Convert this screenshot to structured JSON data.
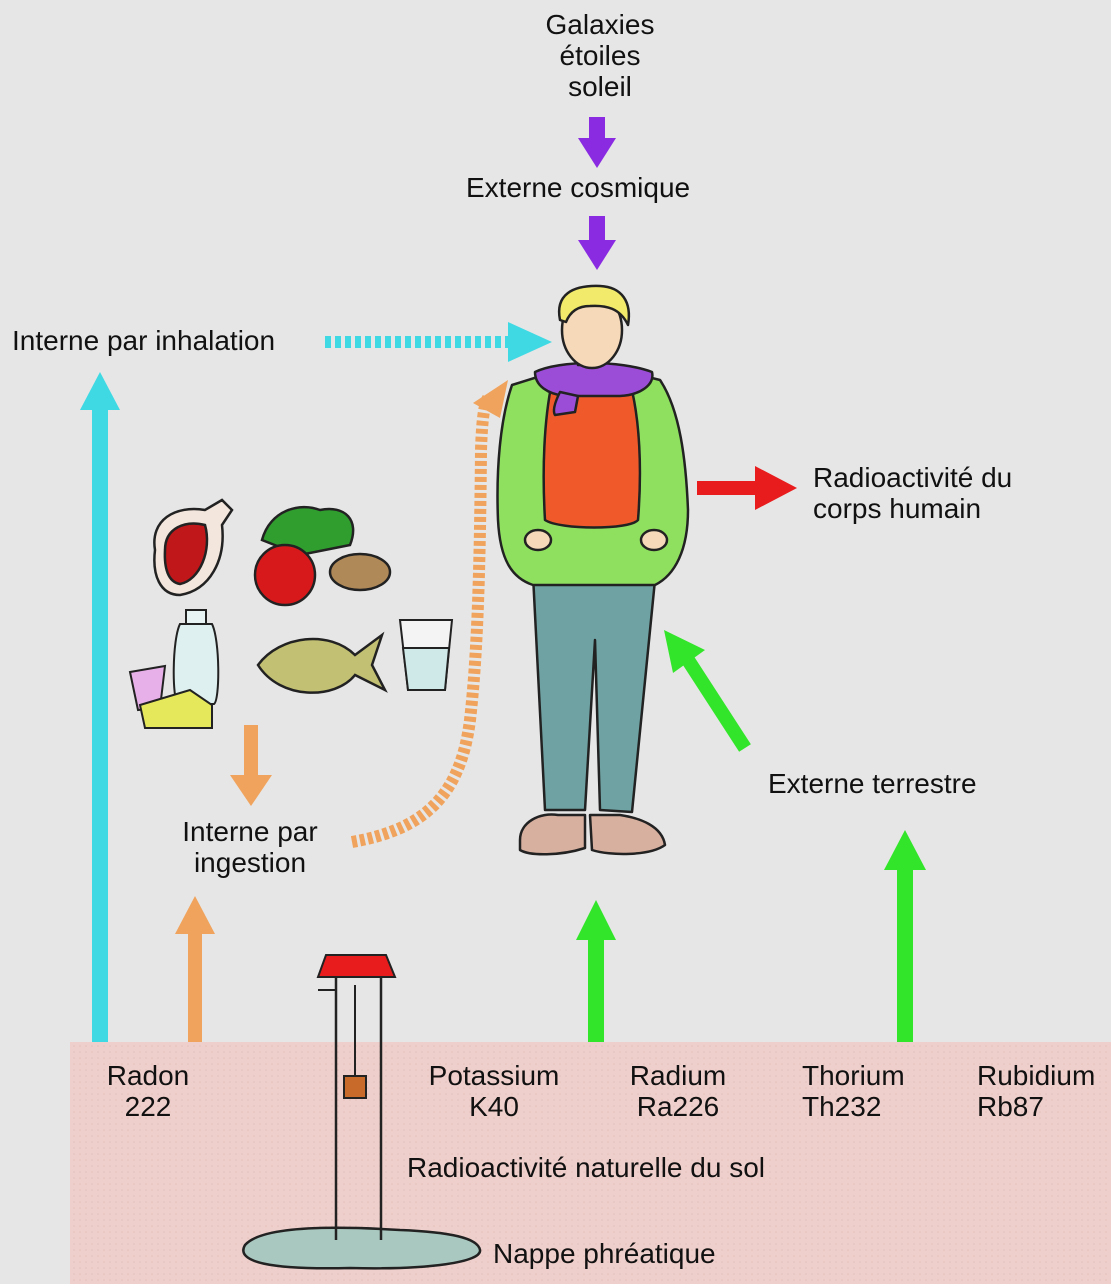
{
  "sources": {
    "cosmic_origin": [
      "Galaxies",
      "étoiles",
      "soleil"
    ],
    "cosmic": "Externe cosmique",
    "inhalation": "Interne par inhalation",
    "ingestion": [
      "Interne par",
      "ingestion"
    ],
    "terrestrial": "Externe terrestre",
    "body": [
      "Radioactivité du",
      "corps humain"
    ]
  },
  "soil": {
    "label": "Radioactivité naturelle du sol",
    "water_table": "Nappe phréatique",
    "elements": [
      {
        "name": "Radon",
        "isotope": "222"
      },
      {
        "name": "Potassium",
        "isotope": "K40"
      },
      {
        "name": "Radium",
        "isotope": "Ra226"
      },
      {
        "name": "Thorium",
        "isotope": "Th232"
      },
      {
        "name": "Rubidium",
        "isotope": "Rb87"
      }
    ]
  },
  "colors": {
    "background": "#e6e6e6",
    "soil": "#efcfcb",
    "cosmic_arrow": "#8a2be2",
    "inhalation_arrow": "#3fd9e4",
    "ingestion_arrow": "#f0a35c",
    "terrestrial_arrow": "#33e52a",
    "body_arrow": "#e81c1c"
  },
  "icons": [
    "meat-icon",
    "vegetables-icon",
    "water-bottle-icon",
    "fish-icon",
    "glass-of-water-icon",
    "yogurt-icon",
    "cheese-icon",
    "person-icon",
    "well-icon"
  ]
}
